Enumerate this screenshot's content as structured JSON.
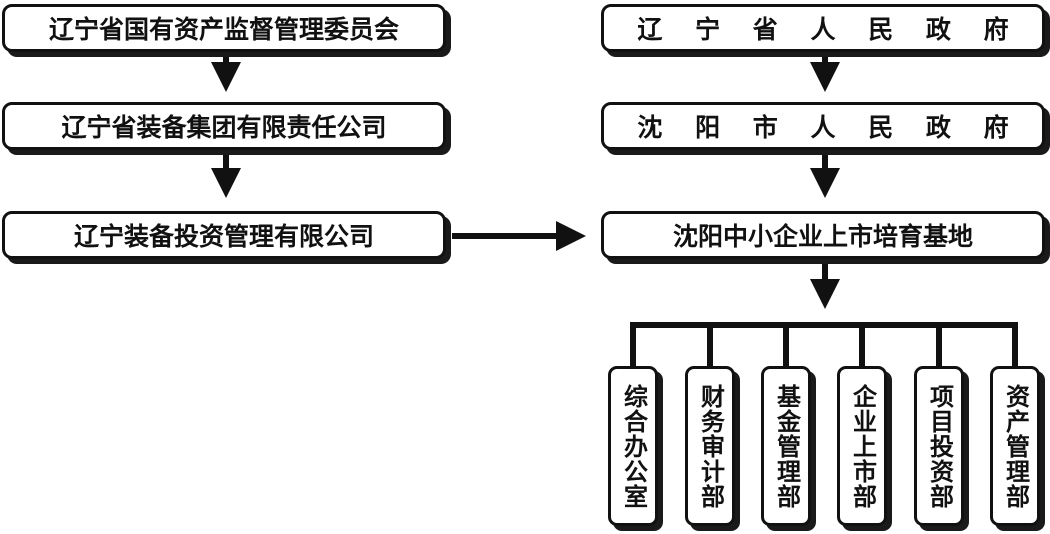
{
  "left_chain": [
    "辽宁省国有资产监督管理委员会",
    "辽宁省装备集团有限责任公司",
    "辽宁装备投资管理有限公司"
  ],
  "right_chain": [
    "辽 宁 省 人 民 政 府",
    "沈 阳 市 人 民 政 府",
    "沈阳中小企业上市培育基地"
  ],
  "departments": [
    "综合办公室",
    "财务审计部",
    "基金管理部",
    "企业上市部",
    "项目投资部",
    "资产管理部"
  ]
}
